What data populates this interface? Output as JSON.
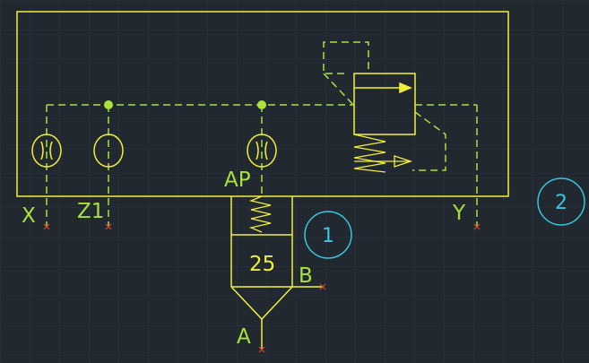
{
  "diagram": {
    "ports": {
      "x": "X",
      "z1": "Z1",
      "ap": "AP",
      "y": "Y",
      "a": "A",
      "b": "B"
    },
    "cartridge_size": "25",
    "balloons": {
      "one": "1",
      "two": "2"
    }
  },
  "colors": {
    "background": "#212830",
    "grid": "#2c3541",
    "housing": "#f2ef3a",
    "pilot_line": "#a8e23a",
    "port_marker": "#e0452a",
    "balloon": "#34c8e0"
  }
}
